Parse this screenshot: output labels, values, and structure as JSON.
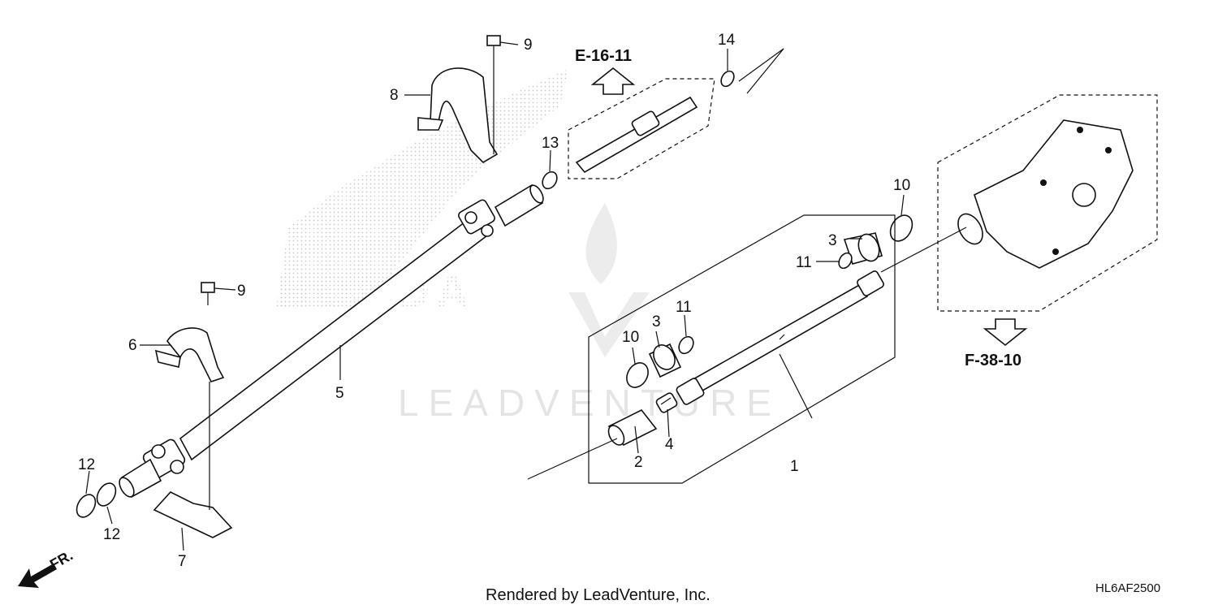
{
  "watermark": {
    "brand": "LEADVENTURE",
    "logo": "HONDA"
  },
  "references": {
    "upper": "E-16-11",
    "right": "F-38-10"
  },
  "callouts": {
    "p1": "1",
    "p2": "2",
    "p3a": "3",
    "p3b": "3",
    "p4": "4",
    "p5": "5",
    "p6": "6",
    "p7": "7",
    "p8": "8",
    "p9a": "9",
    "p9b": "9",
    "p10a": "10",
    "p10b": "10",
    "p11a": "11",
    "p11b": "11",
    "p12a": "12",
    "p12b": "12",
    "p13": "13",
    "p14": "14"
  },
  "front_indicator": "FR.",
  "footer": {
    "credit": "Rendered by LeadVenture, Inc.",
    "code": "HL6AF2500"
  },
  "colors": {
    "ink": "#111111",
    "watermark": "#e4e4e4",
    "background": "#ffffff"
  }
}
